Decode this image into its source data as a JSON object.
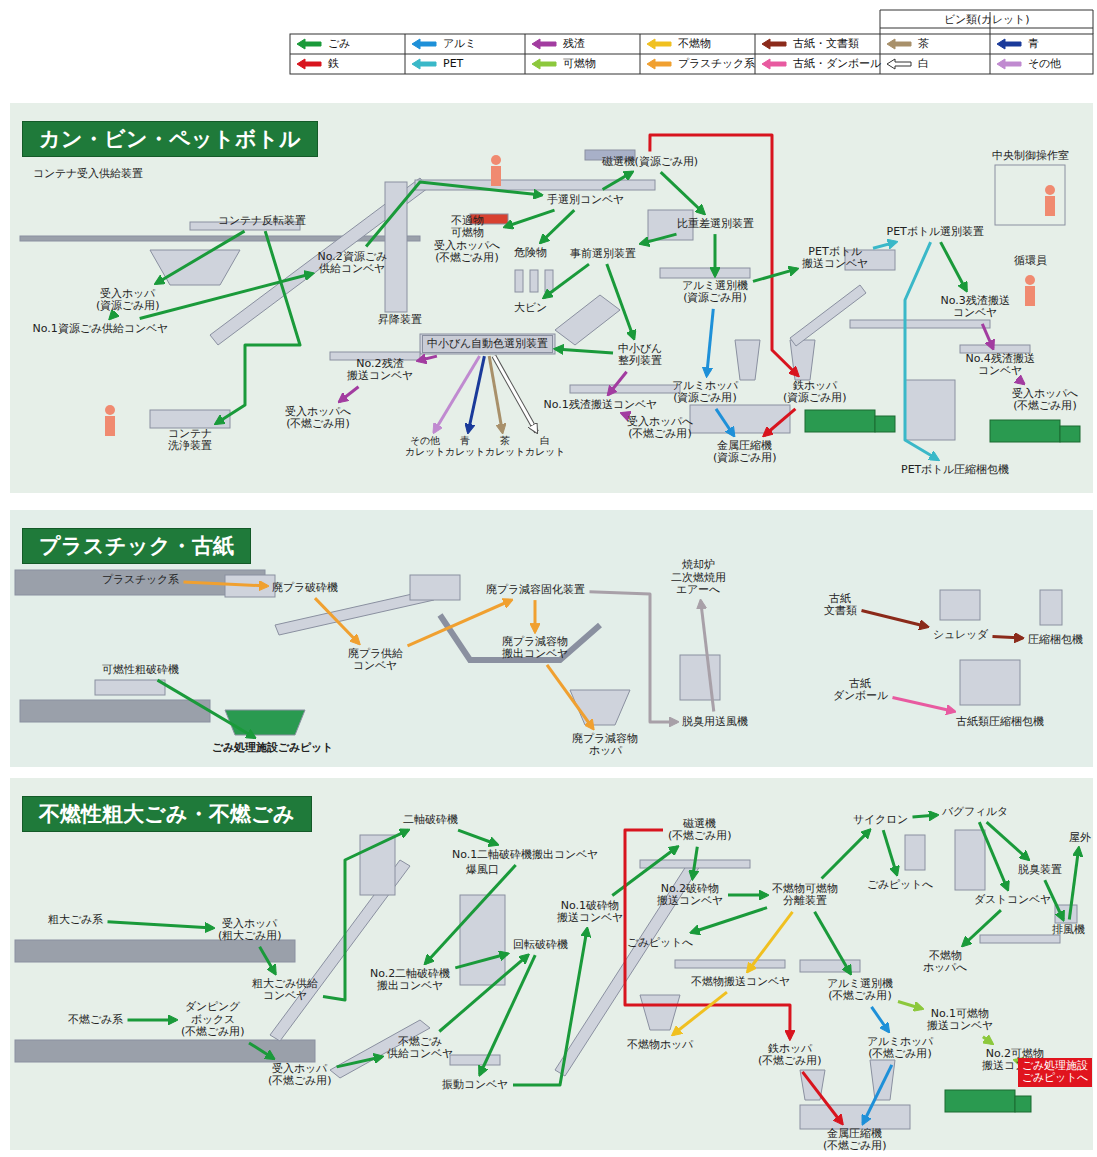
{
  "diagram": {
    "nodes": [
      {
        "text": [
          "カン・ビン・ペットボトル"
        ]
      },
      {
        "text": [
          "コンテナ受入供給装置"
        ],
        "in": 0
      },
      {
        "text": [
          "コンテナ反転装置"
        ],
        "in": 0
      },
      {
        "text": [
          "受入ホッパ (資源ごみ用)"
        ],
        "in": 0
      },
      {
        "text": [
          "No.1資源ごみ供給コンベヤ"
        ],
        "in": 0
      },
      {
        "text": [
          "No.2資源ごみ 供給コンベヤ"
        ],
        "in": 0
      },
      {
        "text": [
          "昇降装置"
        ],
        "in": 0
      },
      {
        "text": [
          "不適物 可燃物 受入ホッパへ (不燃ごみ用)"
        ],
        "in": 0
      },
      {
        "text": [
          "危険物"
        ],
        "in": 0
      },
      {
        "text": [
          "大ビン"
        ],
        "in": 0
      },
      {
        "text": [
          "手選別コンベヤ"
        ],
        "in": 0
      },
      {
        "text": [
          "磁選機(資源ごみ用)"
        ],
        "in": 0
      },
      {
        "text": [
          "比重差選別装置"
        ],
        "in": 0
      },
      {
        "text": [
          "事前選別装置"
        ],
        "in": 0
      },
      {
        "text": [
          "アルミ選別機 (資源ごみ用)"
        ],
        "in": 0
      },
      {
        "text": [
          "中小びん 整列装置"
        ],
        "in": 0
      },
      {
        "text": [
          "中小びん自動色選別装置"
        ],
        "in": 0
      },
      {
        "text": [
          "No.2残渣 搬送コンベヤ"
        ],
        "in": 0
      },
      {
        "text": [
          "受入ホッパへ (不燃ごみ用)"
        ],
        "in": 0
      },
      {
        "text": [
          "その他 カレット"
        ],
        "in": 0
      },
      {
        "text": [
          "青 カレット"
        ],
        "in": 0
      },
      {
        "text": [
          "茶 カレット"
        ],
        "in": 0
      },
      {
        "text": [
          "白 カレット"
        ],
        "in": 0
      },
      {
        "text": [
          "コンテナ 洗浄装置"
        ],
        "in": 0
      },
      {
        "text": [
          "No.1残渣搬送コンベヤ"
        ],
        "in": 0
      },
      {
        "text": [
          "受入ホッパへ (不燃ごみ用)"
        ],
        "in": 0
      },
      {
        "text": [
          "アルミホッパ (資源ごみ用)"
        ],
        "in": 0
      },
      {
        "text": [
          "鉄ホッパ (資源ごみ用)"
        ],
        "in": 0
      },
      {
        "text": [
          "金属圧縮機 (資源ごみ用)"
        ],
        "in": 0
      },
      {
        "text": [
          "PETボトル 搬送コンベヤ"
        ],
        "in": 0
      },
      {
        "text": [
          "PETボトル選別装置"
        ],
        "in": 0
      },
      {
        "text": [
          "No.3残渣搬送 コンベヤ"
        ],
        "in": 0
      },
      {
        "text": [
          "No.4残渣搬送 コンベヤ"
        ],
        "in": 0
      },
      {
        "text": [
          "受入ホッパへ (不燃ごみ用)"
        ],
        "in": 0
      },
      {
        "text": [
          "PETボトル圧縮梱包機"
        ],
        "in": 0
      },
      {
        "text": [
          "プラスチック・古紙"
        ]
      },
      {
        "text": [
          "プラスチック系"
        ],
        "in": 35
      },
      {
        "text": [
          "廃プラ破砕機"
        ],
        "in": 35
      },
      {
        "text": [
          "廃プラ供給 コンベヤ"
        ],
        "in": 35
      },
      {
        "text": [
          "廃プラ減容固化装置"
        ],
        "in": 35
      },
      {
        "text": [
          "廃プラ減容物 搬出コンベヤ"
        ],
        "in": 35
      },
      {
        "text": [
          "廃プラ減容物 ホッパ"
        ],
        "in": 35
      },
      {
        "text": [
          "焼却炉 二次燃焼用 エアーへ"
        ],
        "in": 35
      },
      {
        "text": [
          "脱臭用送風機"
        ],
        "in": 35
      },
      {
        "text": [
          "可燃性粗破砕機"
        ],
        "in": 35
      },
      {
        "text": [
          "ごみ処理施設ごみピット"
        ],
        "in": 35
      },
      {
        "text": [
          "古紙 文書類"
        ],
        "in": 35
      },
      {
        "text": [
          "シュレッダ"
        ],
        "in": 35
      },
      {
        "text": [
          "圧縮梱包機"
        ],
        "in": 35
      },
      {
        "text": [
          "古紙 ダンボール"
        ],
        "in": 35
      },
      {
        "text": [
          "古紙類圧縮梱包機"
        ],
        "in": 35
      },
      {
        "text": [
          "不燃性粗大ごみ・不燃ごみ"
        ]
      },
      {
        "text": [
          "粗大ごみ系"
        ],
        "in": 51
      },
      {
        "text": [
          "受入ホッパ (粗大ごみ用)"
        ],
        "in": 51
      },
      {
        "text": [
          "粗大ごみ供給 コンベヤ"
        ],
        "in": 51
      },
      {
        "text": [
          "二軸破砕機"
        ],
        "in": 51
      },
      {
        "text": [
          "No.1二軸破砕機搬出コンベヤ"
        ],
        "in": 51
      },
      {
        "text": [
          "No.2二軸破砕機 搬出コンベヤ"
        ],
        "in": 51
      },
      {
        "text": [
          "不燃ごみ系"
        ],
        "in": 51
      },
      {
        "text": [
          "ダンピング ボックス (不燃ごみ用)"
        ],
        "in": 51
      },
      {
        "text": [
          "受入ホッパ (不燃ごみ用)"
        ],
        "in": 51
      },
      {
        "text": [
          "不燃ごみ 供給コンベヤ"
        ],
        "in": 51
      },
      {
        "text": [
          "爆風口"
        ],
        "in": 51
      },
      {
        "text": [
          "回転破砕機"
        ],
        "in": 51
      },
      {
        "text": [
          "振動コンベヤ"
        ],
        "in": 51
      },
      {
        "text": [
          "No.1破砕物 搬送コンベヤ"
        ],
        "in": 51
      },
      {
        "text": [
          "磁選機 (不燃ごみ用)"
        ],
        "in": 51
      },
      {
        "text": [
          "No.2破砕物 搬送コンベヤ"
        ],
        "in": 51
      },
      {
        "text": [
          "ごみピットへ"
        ],
        "in": 51
      },
      {
        "text": [
          "不燃物可燃物 分離装置"
        ],
        "in": 51
      },
      {
        "text": [
          "不燃物搬送コンベヤ"
        ],
        "in": 51
      },
      {
        "text": [
          "不燃物ホッパ"
        ],
        "in": 51
      },
      {
        "text": [
          "アルミ選別機 (不燃ごみ用)"
        ],
        "in": 51
      },
      {
        "text": [
          "サイクロン"
        ],
        "in": 51
      },
      {
        "text": [
          "バグフィルタ"
        ],
        "in": 51
      },
      {
        "text": [
          "ごみピットへ"
        ],
        "in": 51
      },
      {
        "text": [
          "ダストコンベヤ"
        ],
        "in": 51
      },
      {
        "text": [
          "不燃物 ホッパへ"
        ],
        "in": 51
      },
      {
        "text": [
          "脱臭装置"
        ],
        "in": 51
      },
      {
        "text": [
          "屋外"
        ],
        "in": 51
      },
      {
        "text": [
          "排風機"
        ],
        "in": 51
      },
      {
        "text": [
          "No.1可燃物 搬送コンベヤ"
        ],
        "in": 51
      },
      {
        "text": [
          "No.2可燃物 搬送コンベヤ"
        ],
        "in": 51
      },
      {
        "text": [
          "鉄ホッパ (不燃ごみ用)"
        ],
        "in": 51
      },
      {
        "text": [
          "アルミホッパ (不燃ごみ用)"
        ],
        "in": 51
      },
      {
        "text": [
          "金属圧縮機 (不燃ごみ用)"
        ],
        "in": 51
      },
      {
        "text": [
          "ごみ処理施設 ごみピットへ"
        ],
        "in": 51
      }
    ],
    "edges": [
      {
        "from": 2,
        "to": 3,
        "arrow": "to"
      },
      {
        "from": 3,
        "to": 4,
        "arrow": "to"
      },
      {
        "from": 4,
        "to": 5,
        "arrow": "to"
      },
      {
        "from": 5,
        "to": 10,
        "arrow": "to"
      },
      {
        "from": 10,
        "to": 7,
        "arrow": "to"
      },
      {
        "from": 10,
        "to": 8,
        "arrow": "to"
      },
      {
        "from": 10,
        "to": 11,
        "arrow": "to"
      },
      {
        "from": 11,
        "to": 27,
        "arrow": "to"
      },
      {
        "from": 11,
        "to": 12,
        "arrow": "to"
      },
      {
        "from": 12,
        "to": 13,
        "arrow": "to"
      },
      {
        "from": 12,
        "to": 14,
        "arrow": "to"
      },
      {
        "from": 13,
        "to": 9,
        "arrow": "to"
      },
      {
        "from": 13,
        "to": 15,
        "arrow": "to"
      },
      {
        "from": 15,
        "to": 16,
        "arrow": "to"
      },
      {
        "from": 15,
        "to": 24,
        "arrow": "to"
      },
      {
        "from": 16,
        "to": 17,
        "arrow": "to"
      },
      {
        "from": 17,
        "to": 18,
        "arrow": "to"
      },
      {
        "from": 16,
        "to": 19,
        "arrow": "to"
      },
      {
        "from": 16,
        "to": 20,
        "arrow": "to"
      },
      {
        "from": 16,
        "to": 21,
        "arrow": "to"
      },
      {
        "from": 16,
        "to": 22,
        "arrow": "to"
      },
      {
        "from": 24,
        "to": 25,
        "arrow": "to"
      },
      {
        "from": 14,
        "to": 26,
        "arrow": "to"
      },
      {
        "from": 14,
        "to": 29,
        "arrow": "to"
      },
      {
        "from": 26,
        "to": 28,
        "arrow": "to"
      },
      {
        "from": 27,
        "to": 28,
        "arrow": "to"
      },
      {
        "from": 29,
        "to": 30,
        "arrow": "to"
      },
      {
        "from": 30,
        "to": 31,
        "arrow": "to"
      },
      {
        "from": 30,
        "to": 34,
        "arrow": "to"
      },
      {
        "from": 31,
        "to": 32,
        "arrow": "to"
      },
      {
        "from": 32,
        "to": 33,
        "arrow": "to"
      },
      {
        "from": 2,
        "to": 23,
        "arrow": "to"
      },
      {
        "from": 36,
        "to": 37,
        "arrow": "to"
      },
      {
        "from": 37,
        "to": 38,
        "arrow": "to"
      },
      {
        "from": 38,
        "to": 39,
        "arrow": "to"
      },
      {
        "from": 39,
        "to": 40,
        "arrow": "to"
      },
      {
        "from": 40,
        "to": 41,
        "arrow": "to"
      },
      {
        "from": 39,
        "to": 43,
        "arrow": "to"
      },
      {
        "from": 43,
        "to": 42,
        "arrow": "to"
      },
      {
        "from": 44,
        "to": 45,
        "arrow": "to"
      },
      {
        "from": 46,
        "to": 47,
        "arrow": "to"
      },
      {
        "from": 47,
        "to": 48,
        "arrow": "to"
      },
      {
        "from": 49,
        "to": 50,
        "arrow": "to"
      },
      {
        "from": 52,
        "to": 53,
        "arrow": "to"
      },
      {
        "from": 53,
        "to": 54,
        "arrow": "to"
      },
      {
        "from": 54,
        "to": 55,
        "arrow": "to"
      },
      {
        "from": 55,
        "to": 56,
        "arrow": "to"
      },
      {
        "from": 56,
        "to": 57,
        "arrow": "to"
      },
      {
        "from": 58,
        "to": 59,
        "arrow": "to"
      },
      {
        "from": 59,
        "to": 60,
        "arrow": "to"
      },
      {
        "from": 60,
        "to": 61,
        "arrow": "to"
      },
      {
        "from": 61,
        "to": 63,
        "arrow": "to"
      },
      {
        "from": 57,
        "to": 63,
        "arrow": "to"
      },
      {
        "from": 63,
        "to": 64,
        "arrow": "to"
      },
      {
        "from": 64,
        "to": 65,
        "arrow": "to"
      },
      {
        "from": 65,
        "to": 66,
        "arrow": "to"
      },
      {
        "from": 66,
        "to": 67,
        "arrow": "to"
      },
      {
        "from": 66,
        "to": 83,
        "arrow": "to"
      },
      {
        "from": 67,
        "to": 69,
        "arrow": "to"
      },
      {
        "from": 69,
        "to": 68,
        "arrow": "to"
      },
      {
        "from": 69,
        "to": 70,
        "arrow": "to"
      },
      {
        "from": 70,
        "to": 71,
        "arrow": "to"
      },
      {
        "from": 69,
        "to": 72,
        "arrow": "to"
      },
      {
        "from": 72,
        "to": 84,
        "arrow": "to"
      },
      {
        "from": 72,
        "to": 81,
        "arrow": "to"
      },
      {
        "from": 81,
        "to": 82,
        "arrow": "to"
      },
      {
        "from": 82,
        "to": 86,
        "arrow": "to"
      },
      {
        "from": 69,
        "to": 73,
        "arrow": "to"
      },
      {
        "from": 73,
        "to": 75,
        "arrow": "to"
      },
      {
        "from": 73,
        "to": 74,
        "arrow": "to"
      },
      {
        "from": 74,
        "to": 76,
        "arrow": "to"
      },
      {
        "from": 76,
        "to": 77,
        "arrow": "to"
      },
      {
        "from": 74,
        "to": 78,
        "arrow": "to"
      },
      {
        "from": 78,
        "to": 80,
        "arrow": "to"
      },
      {
        "from": 80,
        "to": 79,
        "arrow": "to"
      },
      {
        "from": 83,
        "to": 85,
        "arrow": "to"
      },
      {
        "from": 84,
        "to": 85,
        "arrow": "to"
      }
    ],
    "labels": [
      "ビン類(カレット)",
      "中央制御操作室",
      "循環員"
    ],
    "legend": [
      {
        "text": "ごみ",
        "color": "#1a9a3a"
      },
      {
        "text": "アルミ",
        "color": "#1e90d8"
      },
      {
        "text": "残渣",
        "color": "#a23ca0"
      },
      {
        "text": "不燃物",
        "color": "#f0c020"
      },
      {
        "text": "古紙・文書類",
        "color": "#8b2a1a"
      },
      {
        "text": "茶",
        "color": "#a8906a"
      },
      {
        "text": "青",
        "color": "#1a3a9a"
      },
      {
        "text": "鉄",
        "color": "#d8141e"
      },
      {
        "text": "PET",
        "color": "#3ab8c8"
      },
      {
        "text": "可燃物",
        "color": "#8cc83c"
      },
      {
        "text": "プラスチック系",
        "color": "#f0a030"
      },
      {
        "text": "古紙・ダンボール",
        "color": "#e85aa0"
      },
      {
        "text": "白",
        "color": "#ffffff"
      },
      {
        "text": "その他",
        "color": "#c08ad0"
      }
    ]
  }
}
